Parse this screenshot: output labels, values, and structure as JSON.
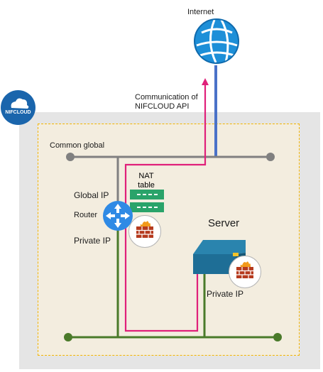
{
  "internet": {
    "label": "Internet"
  },
  "api": {
    "label_line1": "Communication of",
    "label_line2": "NIFCLOUD API"
  },
  "logo": {
    "text": "NIFCLOUD"
  },
  "network": {
    "common_global": "Common global",
    "global_ip": "Global IP",
    "router": "Router",
    "private_ip_router": "Private IP",
    "nat_line1": "NAT",
    "nat_line2": "table"
  },
  "server": {
    "title": "Server",
    "private_ip": "Private IP"
  },
  "colors": {
    "gray_line": "#808080",
    "green_line": "#4a7a2a",
    "pink_line": "#e0207a",
    "blue_line": "#4a72c8",
    "nat_green": "#2aa36a",
    "router_blue": "#2f8ae5",
    "server_teal": "#1e6e96"
  },
  "icons": {
    "internet": "globe-icon",
    "router": "router-icon",
    "firewall": "firewall-icon",
    "server": "server-icon",
    "logo": "cloud-logo-icon"
  }
}
